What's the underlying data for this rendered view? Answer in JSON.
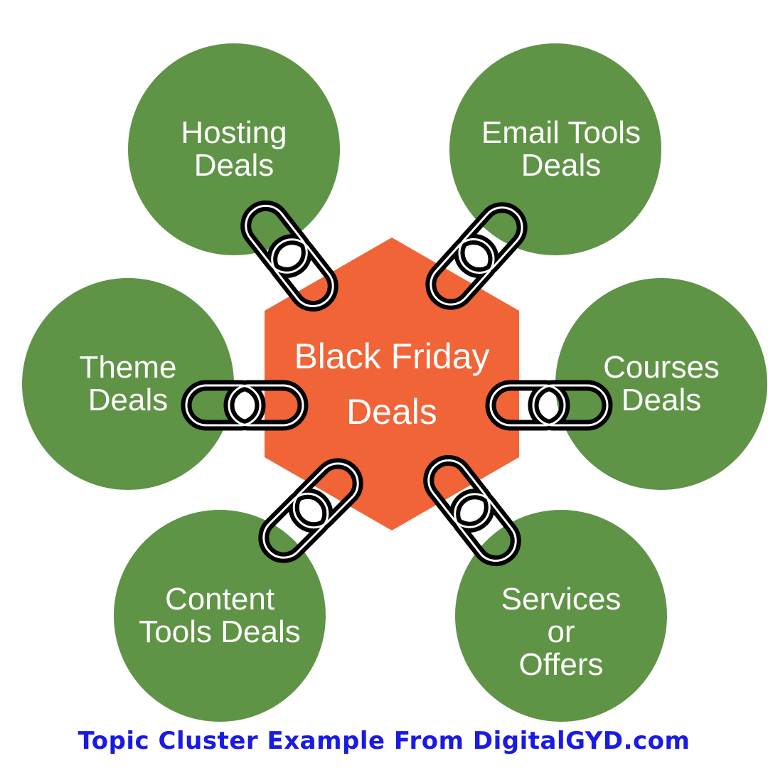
{
  "hub": {
    "label": "Black Friday\nDeals"
  },
  "nodes": [
    {
      "id": "hosting",
      "label": "Hosting\nDeals"
    },
    {
      "id": "email-tools",
      "label": "Email Tools\nDeals"
    },
    {
      "id": "theme",
      "label": "Theme\nDeals"
    },
    {
      "id": "courses",
      "label": "Courses\nDeals"
    },
    {
      "id": "content-tools",
      "label": "Content\nTools Deals"
    },
    {
      "id": "services",
      "label": "Services\nor\nOffers"
    }
  ],
  "caption": "Topic Cluster Example From DigitalGYD.com",
  "colors": {
    "node_fill": "#5f9345",
    "hub_fill": "#f06437",
    "text": "#ffffff",
    "link_icon": "#000000",
    "caption": "#1a1ae6"
  },
  "icons": {
    "connector": "chain-link-icon"
  }
}
